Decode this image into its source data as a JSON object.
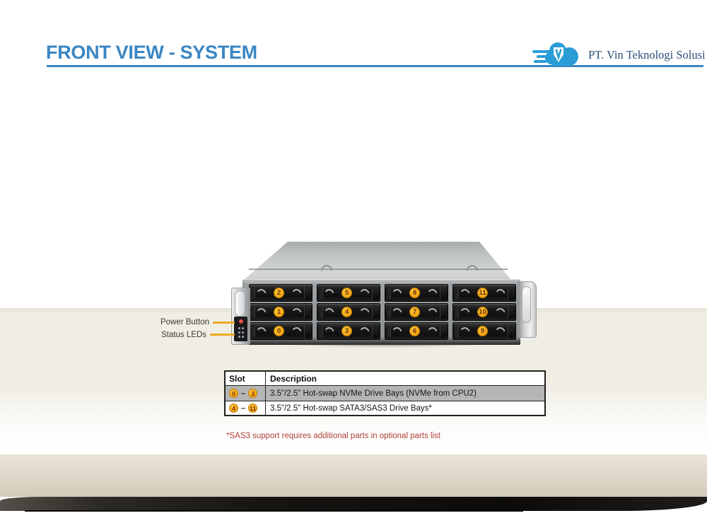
{
  "slide": {
    "title": "FRONT VIEW - SYSTEM",
    "footnote": "*SAS3 support requires additional parts in optional parts list"
  },
  "logo": {
    "company_name": "PT. Vin Teknologi Solusi"
  },
  "callouts": {
    "power_button": "Power Button",
    "status_leds": "Status LEDs"
  },
  "server": {
    "bay_numbers_grid": [
      [
        "2",
        "5",
        "8",
        "11"
      ],
      [
        "1",
        "4",
        "7",
        "10"
      ],
      [
        "0",
        "3",
        "6",
        "9"
      ]
    ]
  },
  "table": {
    "headers": [
      "Slot",
      "Description"
    ],
    "rows": [
      {
        "slot_start": "0",
        "slot_separator": "–",
        "slot_end": "3",
        "description": "3.5\"/2.5\" Hot-swap NVMe Drive Bays (NVMe from CPU2)"
      },
      {
        "slot_start": "4",
        "slot_separator": "–",
        "slot_end": "11",
        "description": "3.5\"/2.5\" Hot-swap SATA3/SAS3 Drive Bays*"
      }
    ]
  },
  "icons": {
    "logo": "cloud-with-speed-lines-icon",
    "power": "power-button-dot-icon",
    "leds": "status-led-grid-icon",
    "tray": "drive-tray-handle-icon"
  },
  "colors": {
    "accent_blue": "#3a86c4",
    "logo_cloud_blue": "#2b9dd6",
    "logo_text_blue": "#2b4f79",
    "badge_orange": "#f2a312",
    "callout_arrow_orange": "#eda821",
    "footnote_red": "#b0423c",
    "table_row_gray": "#b5b5b5"
  }
}
